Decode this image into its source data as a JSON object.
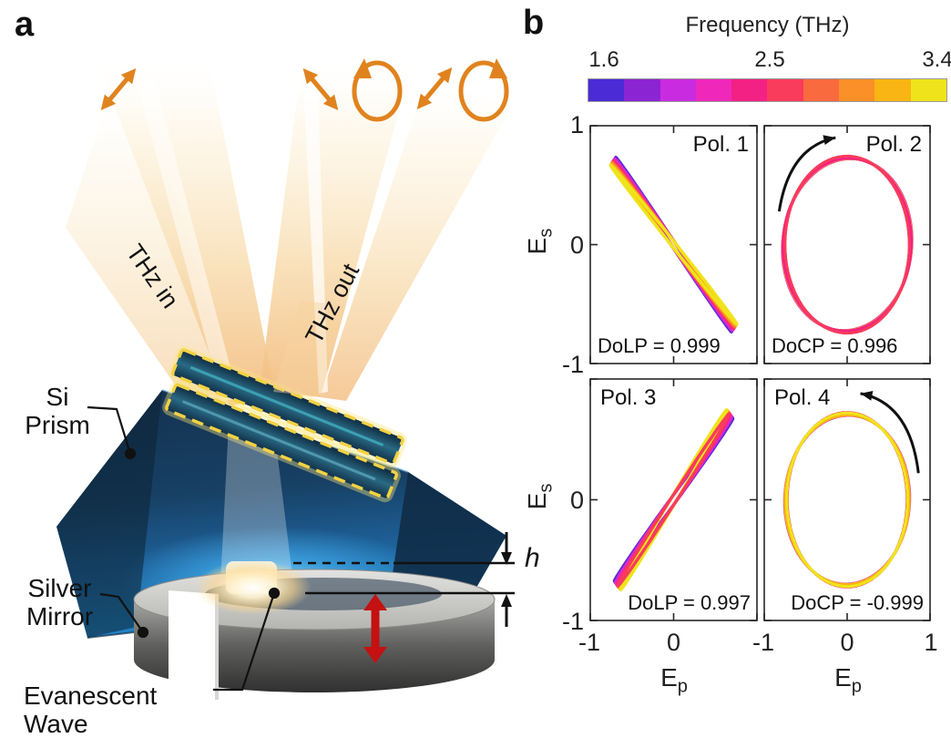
{
  "figure": {
    "panel_a_label": "a",
    "panel_b_label": "b"
  },
  "panel_a": {
    "beam_in_label": "THz in",
    "beam_out_label": "THz out",
    "labels": {
      "prism": "Si Prism",
      "mirror": "Silver Mirror",
      "evanescent": "Evanescent Wave",
      "gap": "h"
    },
    "colors": {
      "accent_orange": "#e0831e",
      "red_arrow": "#c41111",
      "prism_dark": "#14314f",
      "prism_blue": "#1e5c94",
      "prism_glow": "#4fc0f0",
      "mirror_gray": "#5a5a5a",
      "beam_warm": "#f3bd80",
      "metasurface_dash": "#f2d243"
    }
  },
  "chart_data": {
    "type": "line",
    "description": "Measured polarization ellipses (Es vs Ep) of four output polarization states over 1.6-3.4 THz",
    "xlabel_base": "E",
    "xlabel_sub": "p",
    "ylabel_base": "E",
    "ylabel_sub": "s",
    "xlim": [
      -1,
      1
    ],
    "ylim": [
      -1,
      1
    ],
    "axis_tick_values": [
      -1,
      0,
      1
    ],
    "colorbar": {
      "title": "Frequency (THz)",
      "tick_labels": [
        "1.6",
        "2.5",
        "3.4"
      ],
      "colors": [
        "#4b2bd5",
        "#8b24d3",
        "#c92ce0",
        "#ef28bb",
        "#f32184",
        "#f93b5c",
        "#fa6a3f",
        "#fb8f28",
        "#f9b513",
        "#efe41b"
      ]
    },
    "subplots": [
      {
        "title": "Pol. 1",
        "metric": "DoLP = 0.999",
        "kind": "linear",
        "rx": 1.01,
        "ry": 0.022,
        "rot": -44,
        "rot_spread": 2.6,
        "jitter": [
          -1,
          -0.78,
          -0.56,
          -0.33,
          -0.11,
          0.11,
          0.33,
          0.56,
          0.78,
          1
        ],
        "stroke_w": 3.4,
        "overdraw": [],
        "ytick_labels": [
          "1",
          "0",
          "-1"
        ],
        "xtick_labels": [],
        "arrow": null
      },
      {
        "title": "Pol. 2",
        "metric": "DoCP = 0.996",
        "kind": "circular",
        "rx": 0.77,
        "ry": 0.73,
        "rot": 8,
        "rot_spread": 10,
        "jitter": [
          0.7,
          -0.6,
          1,
          -0.9,
          0.4,
          -1,
          0.8,
          -0.45,
          0.55,
          -0.75
        ],
        "stroke_w": 3.0,
        "overdraw": [
          3,
          4,
          5
        ],
        "ytick_labels": [],
        "xtick_labels": [],
        "arrow": {
          "from": [
            -0.82,
            0.28
          ],
          "ctrl": [
            -0.7,
            0.82
          ],
          "to": [
            -0.14,
            0.9
          ]
        }
      },
      {
        "title": "Pol. 3",
        "metric": "DoLP = 0.997",
        "kind": "linear",
        "rx": 0.98,
        "ry": 0.03,
        "rot": 46.5,
        "rot_spread": 3.0,
        "jitter": [
          -1,
          -0.78,
          -0.56,
          -0.33,
          -0.11,
          0.11,
          0.33,
          0.56,
          0.78,
          1
        ],
        "stroke_w": 3.4,
        "overdraw": [
          5
        ],
        "ytick_labels": [
          "",
          "0",
          "-1"
        ],
        "xtick_labels": [
          "-1",
          "0",
          ""
        ],
        "arrow": null
      },
      {
        "title": "Pol. 4",
        "metric": "DoCP = -0.999",
        "kind": "circular",
        "rx": 0.74,
        "ry": 0.71,
        "rot": 4,
        "rot_spread": 5,
        "jitter": [
          0.6,
          -0.4,
          0.9,
          -0.7,
          0.3,
          -0.95,
          0.7,
          -0.3,
          0.5,
          -0.6
        ],
        "stroke_w": 3.0,
        "overdraw": [
          8,
          9
        ],
        "ytick_labels": [],
        "xtick_labels": [
          "-1",
          "0",
          "1"
        ],
        "arrow": {
          "from": [
            0.86,
            0.22
          ],
          "ctrl": [
            0.76,
            0.8
          ],
          "to": [
            0.16,
            0.88
          ]
        }
      }
    ]
  }
}
